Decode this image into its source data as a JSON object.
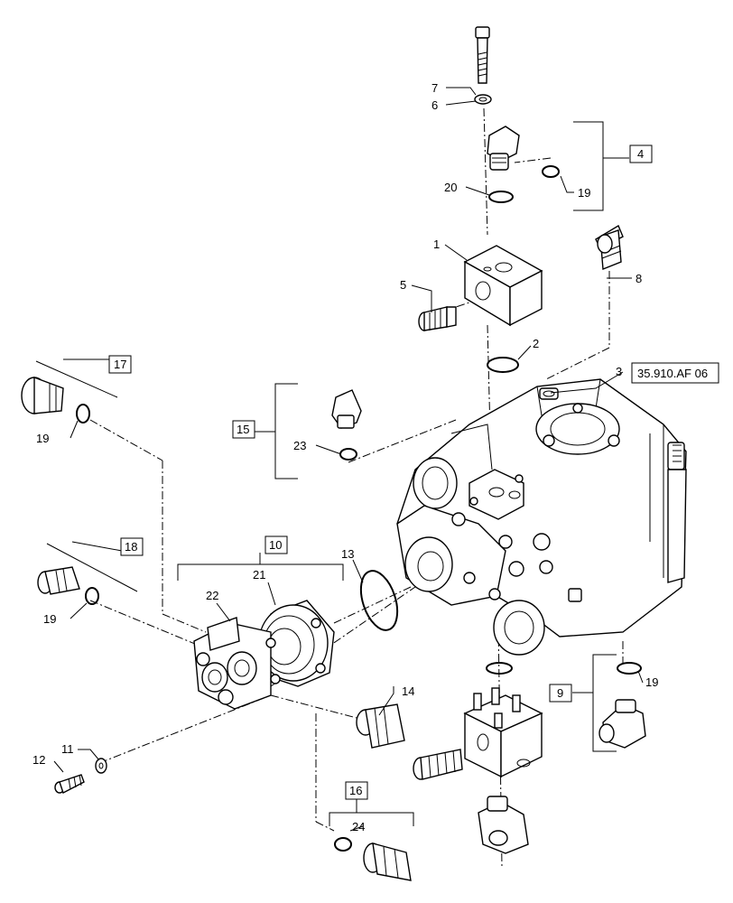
{
  "callouts": {
    "c1": "1",
    "c2": "2",
    "c3": "3",
    "c4": "4",
    "c5": "5",
    "c6": "6",
    "c7": "7",
    "c8": "8",
    "c9": "9",
    "c10": "10",
    "c11": "11",
    "c12": "12",
    "c13": "13",
    "c14": "14",
    "c15": "15",
    "c16": "16",
    "c17": "17",
    "c18": "18",
    "c19a": "19",
    "c19b": "19",
    "c19c": "19",
    "c19d": "19",
    "c20": "20",
    "c21": "21",
    "c22": "22",
    "c23": "23",
    "c24": "24"
  },
  "reference": "35.910.AF 06"
}
